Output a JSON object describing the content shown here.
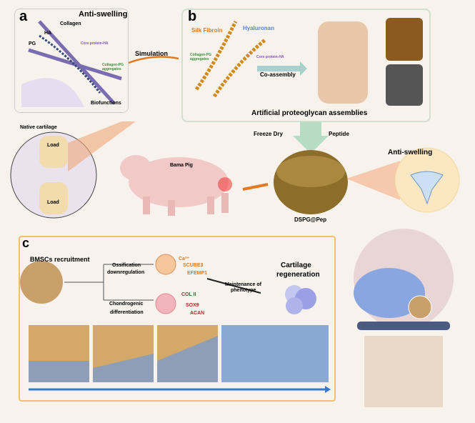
{
  "panel_a": {
    "letter": "a",
    "title": "Anti-swelling",
    "collagen": "Collagen",
    "ha": "HA",
    "pg": "PG",
    "core": "Core protein-HA",
    "agg": "Collagen-PG aggregates",
    "bio": "Biofunctions"
  },
  "simulation": "Simulation",
  "panel_b": {
    "letter": "b",
    "silk": "Silk Fibroin",
    "hyal": "Hyaluronan",
    "agg": "Collagen-PG aggregates",
    "core": "Core protein-HA",
    "coassembly": "Co-assembly",
    "caption": "Artificial proteoglycan assemblies"
  },
  "native": "Native cartilage",
  "load_top": "Load",
  "load_bottom": "Load",
  "freeze": "Freeze Dry",
  "peptide": "Peptide",
  "pig": "Bama Pig",
  "scaffold": "DSPG@Pep",
  "anti2": "Anti-swelling",
  "panel_c": {
    "letter": "c",
    "bmsc": "BMSCs recruitment",
    "oss1": "Ossification",
    "oss2": "downregulation",
    "ca": "Ca²⁺",
    "scube": "SCUBE3",
    "efemp": "EFEMP1",
    "chon1": "Chondrogenic",
    "chon2": "differentiation",
    "col": "COL II",
    "sox": "SOX9",
    "acan": "ACAN",
    "maint1": "Maintenance of",
    "maint2": "phenotype",
    "cart1": "Cartilage",
    "cart2": "regeneration"
  },
  "colors": {
    "orange": "#e07b24",
    "green": "#3a8f3a",
    "purple": "#8a4fc0",
    "blue": "#5a86c8",
    "red": "#b5282a"
  }
}
